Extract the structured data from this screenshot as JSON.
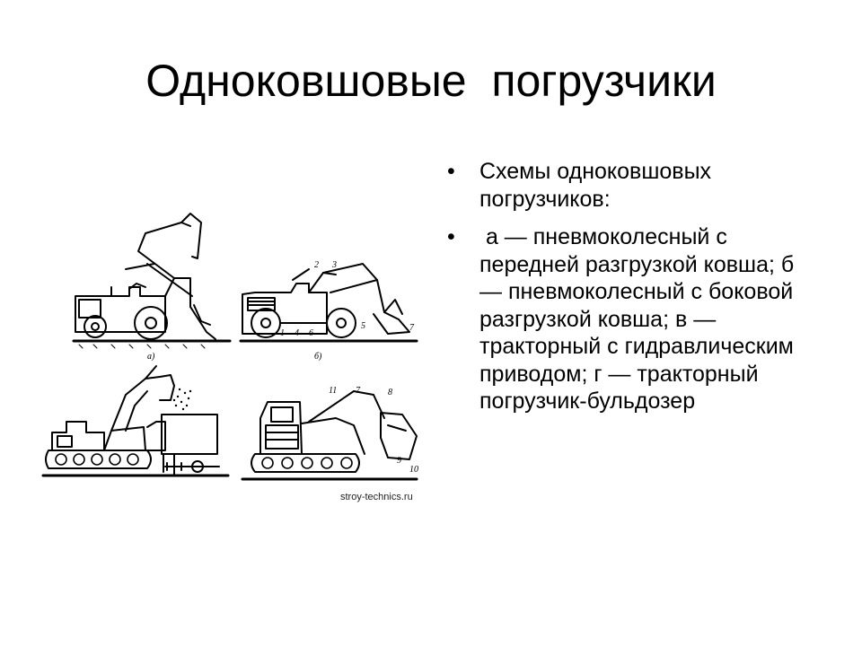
{
  "slide": {
    "title": "Одноковшовые  погрузчики",
    "bullets": [
      "Схемы одноковшовых погрузчиков:",
      " а — пневмоколесный с передней разгрузкой ковша; б — пневмоколесный с боковой разгрузкой ковша; в — тракторный с гидравлическим приводом; г — тракторный погрузчик-бульдозер"
    ]
  },
  "figure": {
    "panel_a_label": "а)",
    "panel_b_label": "б)",
    "numbers_b": [
      "2",
      "3",
      "1",
      "4",
      "6",
      "5",
      "7"
    ],
    "numbers_g": [
      "11",
      "7",
      "8",
      "9",
      "10"
    ],
    "watermark": "stroy-technics.ru"
  },
  "icons": {
    "bullet": "bullet-dot-icon"
  }
}
